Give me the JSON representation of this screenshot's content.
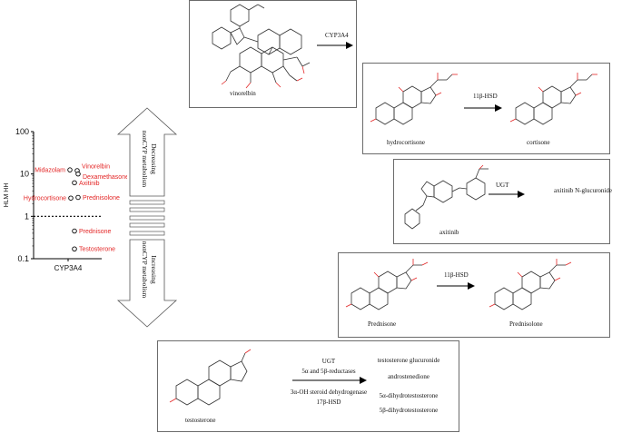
{
  "chart_data": {
    "type": "scatter",
    "title": "",
    "ylabel": "HLM HH",
    "xlabel": "",
    "x_category": "CYP3A4",
    "yscale": "log",
    "ylim": [
      0.1,
      100
    ],
    "yticks": [
      "100",
      "10",
      "1",
      "0.1"
    ],
    "reference_line": 1,
    "points": [
      {
        "name": "Midazolam",
        "y": 12.5
      },
      {
        "name": "Vinorelbin",
        "y": 12
      },
      {
        "name": "Dexamethasone",
        "y": 10
      },
      {
        "name": "Axitinib",
        "y": 6.2
      },
      {
        "name": "Hydrocortisone",
        "y": 2.7
      },
      {
        "name": "Prednisolone",
        "y": 2.8
      },
      {
        "name": "Prednisone",
        "y": 0.45
      },
      {
        "name": "Testosterone",
        "y": 0.17
      }
    ]
  },
  "big_arrow": {
    "top_label_1": "Decreasing",
    "top_label_2": "nonCYP metabolism",
    "bottom_label_1": "Increasing",
    "bottom_label_2": "nonCYP metabolism"
  },
  "reactions": {
    "vinorelbin": {
      "arrow_label": "CYP3A4",
      "substrate": "vinorelbin"
    },
    "hydrocortisone": {
      "arrow_label": "11β-HSD",
      "substrate": "hydrocortisone",
      "product": "cortisone"
    },
    "axitinib": {
      "arrow_label": "UGT",
      "substrate": "axitinib",
      "product": "axitinib N-glucuronide"
    },
    "prednisone": {
      "arrow_label": "11β-HSD",
      "substrate": "Prednisone",
      "product": "Prednisolone"
    },
    "testosterone": {
      "substrate": "testosterone",
      "arrow_label_top_1": "UGT",
      "arrow_label_top_2": "5α and 5β-reductases",
      "arrow_label_bottom_1": "3α-OH steroid dehydrogenase",
      "arrow_label_bottom_2": "17β-HSD",
      "products": [
        "testosterone glucuronide",
        "androstenedione",
        "5α-dihydrotestosterone",
        "5β-dihydrotestosterone"
      ]
    }
  }
}
